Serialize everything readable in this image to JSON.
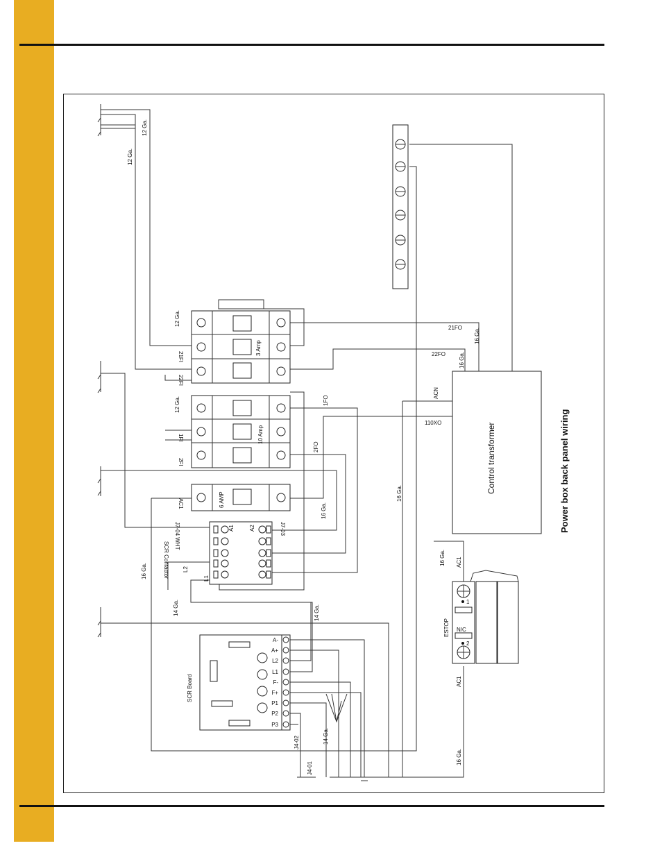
{
  "title": "Power box back panel wiring",
  "labels": {
    "ga12_a": "12 Ga.",
    "ga12_b": "12 Ga.",
    "ga12_c": "12 Ga.",
    "ga12_d": "12 Ga.",
    "ga16_a": "16 Ga.",
    "ga16_b": "16 Ga.",
    "ga16_c": "16 Ga.",
    "ga16_d": "16 Ga.",
    "ga16_e": "16 Ga.",
    "ga16_f": "16 Ga.",
    "ga14_a": "14 Ga.",
    "ga14_b": "14 Ga.",
    "ga14_c": "14 Ga.",
    "w21fi": "21FI",
    "w22fi": "22FI",
    "w1fi": "1FI",
    "w2fi": "2FI",
    "w21fo": "21FO",
    "w22fo": "22FO",
    "w1fo": "1FO",
    "w2fo": "2FO",
    "acn": "ACN",
    "xo110": "110XO",
    "ac1_breaker": "AC1",
    "ac1_top": "AC1",
    "ac1_bottom": "AC1",
    "amp3": "3 Amp",
    "amp10": "10 Amp",
    "amp6": "6 AMP",
    "j7_04": "J7-04 WHT",
    "j7_03": "J7-03",
    "scr_contactor": "SCR Contactor",
    "a1": "A1",
    "a2": "A2",
    "l1": "L1",
    "l2": "L2",
    "control_transformer": "Control transformer",
    "estop": "ESTOP",
    "nc": "N/C",
    "t1": "1",
    "t2": "2",
    "scr_board": "SCR Board",
    "terminals": [
      "A-",
      "A+",
      "L2",
      "L1",
      "F-",
      "F+",
      "P1",
      "P2",
      "P3"
    ],
    "j4_02": "J4-02",
    "j4_01": "J4-01"
  }
}
